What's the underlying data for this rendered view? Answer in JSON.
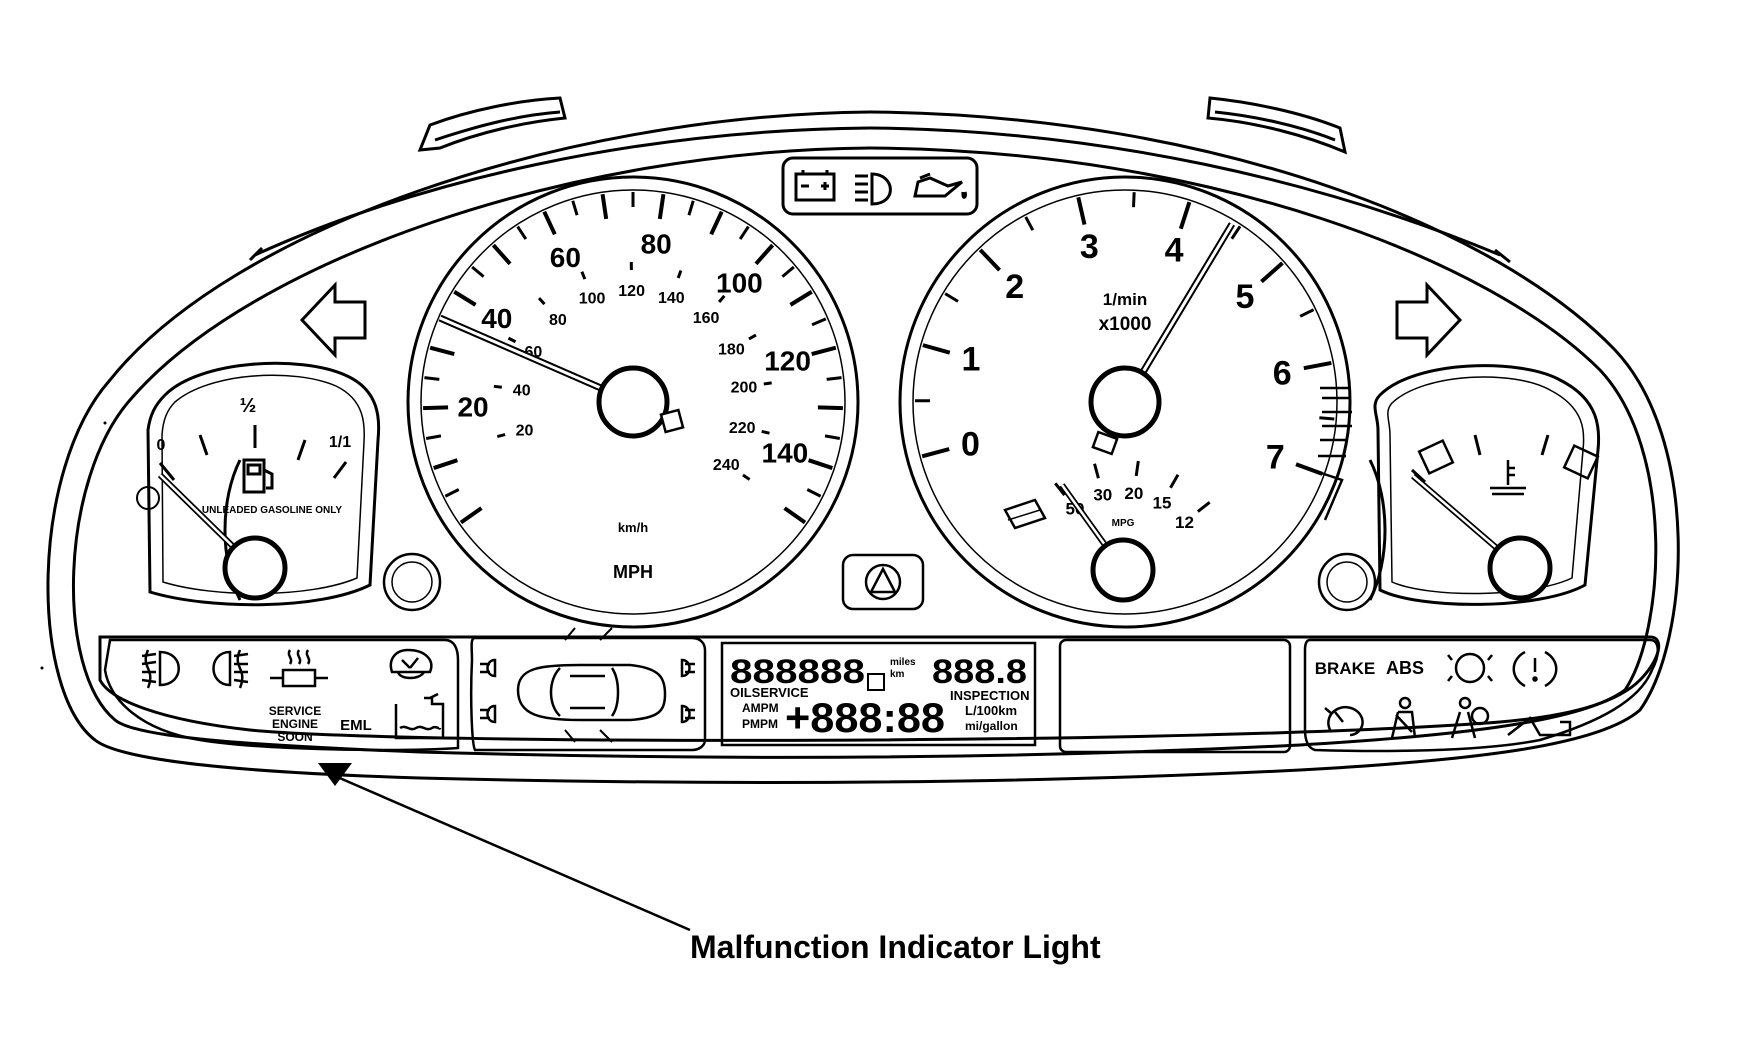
{
  "caption": "Malfunction Indicator Light",
  "fuel_gauge": {
    "empty_label": "0",
    "half_label": "½",
    "full_label": "1/1",
    "notice": "UNLEADED GASOLINE ONLY"
  },
  "speedometer": {
    "mph_labels": [
      "20",
      "40",
      "60",
      "80",
      "100",
      "120",
      "140"
    ],
    "kmh_labels": [
      "20",
      "40",
      "60",
      "80",
      "100",
      "120",
      "140",
      "160",
      "180",
      "200",
      "220",
      "240"
    ],
    "kmh_unit": "km/h",
    "mph_unit": "MPH"
  },
  "tachometer": {
    "labels": [
      "0",
      "1",
      "2",
      "3",
      "4",
      "5",
      "6",
      "7"
    ],
    "unit_line1": "1/min",
    "unit_line2": "x1000",
    "mpg_labels": [
      "50",
      "30",
      "20",
      "15",
      "12"
    ],
    "mpg_unit": "MPG"
  },
  "indicators": {
    "service_engine_soon": [
      "SERVICE",
      "ENGINE",
      "SOON"
    ],
    "eml": "EML",
    "brake": "BRAKE",
    "abs": "ABS"
  },
  "odometer_display": {
    "top_digits": "888888",
    "miles": "miles",
    "km": "km",
    "right_digits": "888.8",
    "oil_service": "OILSERVICE",
    "inspection": "INSPECTION",
    "ampm1": "AMPM",
    "ampm2": "PMPM",
    "time_digits": "+888:88",
    "l100km": "L/100km",
    "mi_gallon": "mi/gallon"
  }
}
